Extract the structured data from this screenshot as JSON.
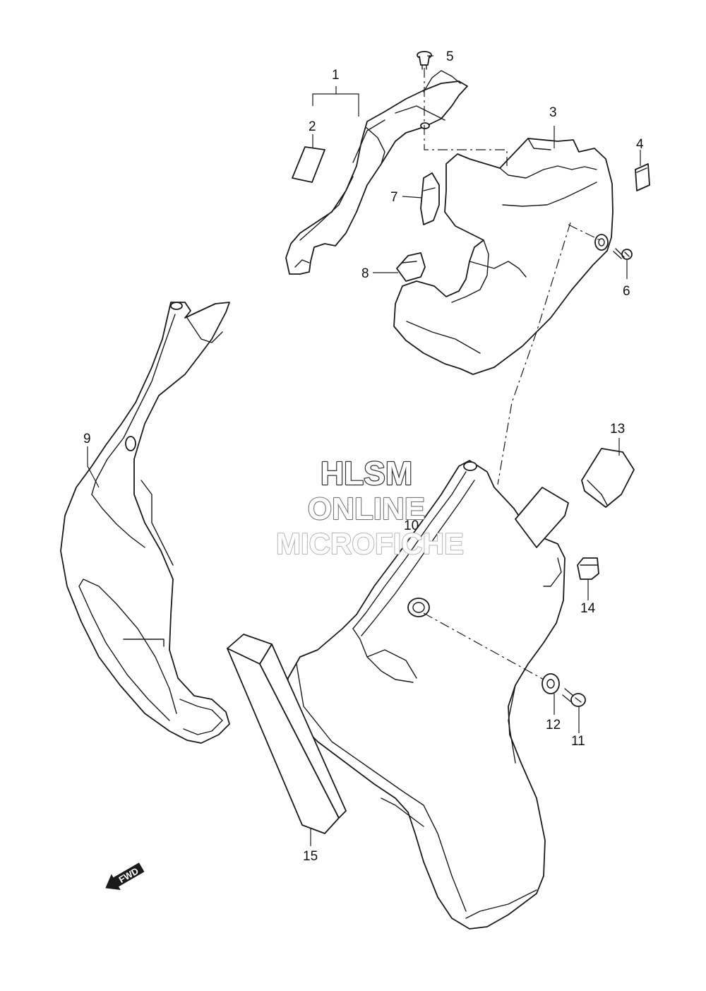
{
  "diagram": {
    "callouts": [
      "1",
      "2",
      "3",
      "4",
      "5",
      "6",
      "7",
      "8",
      "9",
      "10",
      "11",
      "12",
      "13",
      "14",
      "15"
    ],
    "watermark": [
      "HLSM",
      "ONLINE",
      "MICROFICHE"
    ],
    "fwd_label": "FWD",
    "line_color": "#1a1a1a"
  }
}
